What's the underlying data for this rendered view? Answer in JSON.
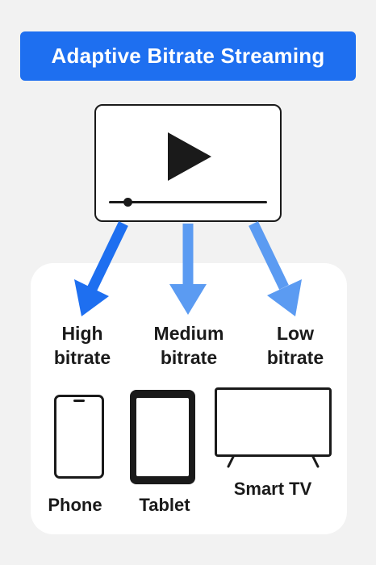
{
  "title": "Adaptive Bitrate Streaming",
  "player": {
    "icon": "play-icon",
    "progress": 0.12
  },
  "streams": [
    {
      "line1": "High",
      "line2": "bitrate",
      "color": "#1e6ff0"
    },
    {
      "line1": "Medium",
      "line2": "bitrate",
      "color": "#5b9bf2"
    },
    {
      "line1": "Low",
      "line2": "bitrate",
      "color": "#5b9bf2"
    }
  ],
  "devices": [
    {
      "name": "Phone",
      "icon": "phone-icon"
    },
    {
      "name": "Tablet",
      "icon": "tablet-icon"
    },
    {
      "name": "Smart TV",
      "icon": "tv-icon"
    }
  ],
  "colors": {
    "banner": "#1e6ff0",
    "arrow_primary": "#1e6ff0",
    "arrow_secondary": "#5b9bf2",
    "background": "#f2f2f2",
    "panel": "#ffffff"
  }
}
